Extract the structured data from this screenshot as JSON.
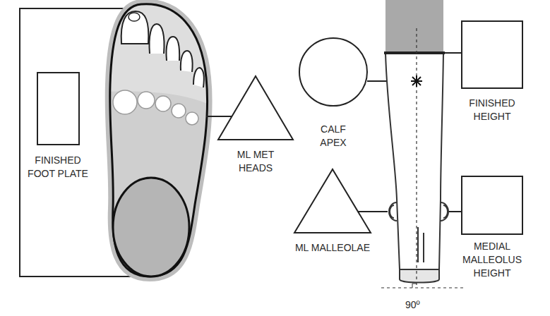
{
  "diagram": {
    "nodes": [
      {
        "text": [
          "FINISHED FOOT PLATE"
        ]
      },
      {
        "text": [
          "ML MET HEADS"
        ]
      },
      {
        "text": [
          "CALF APEX"
        ]
      },
      {
        "text": [
          "FINISHED HEIGHT"
        ]
      },
      {
        "text": [
          "ML MALLEOLAE"
        ]
      },
      {
        "text": [
          "MEDIAL MALLEOLUS HEIGHT"
        ]
      }
    ],
    "labels": [
      "90º"
    ]
  }
}
